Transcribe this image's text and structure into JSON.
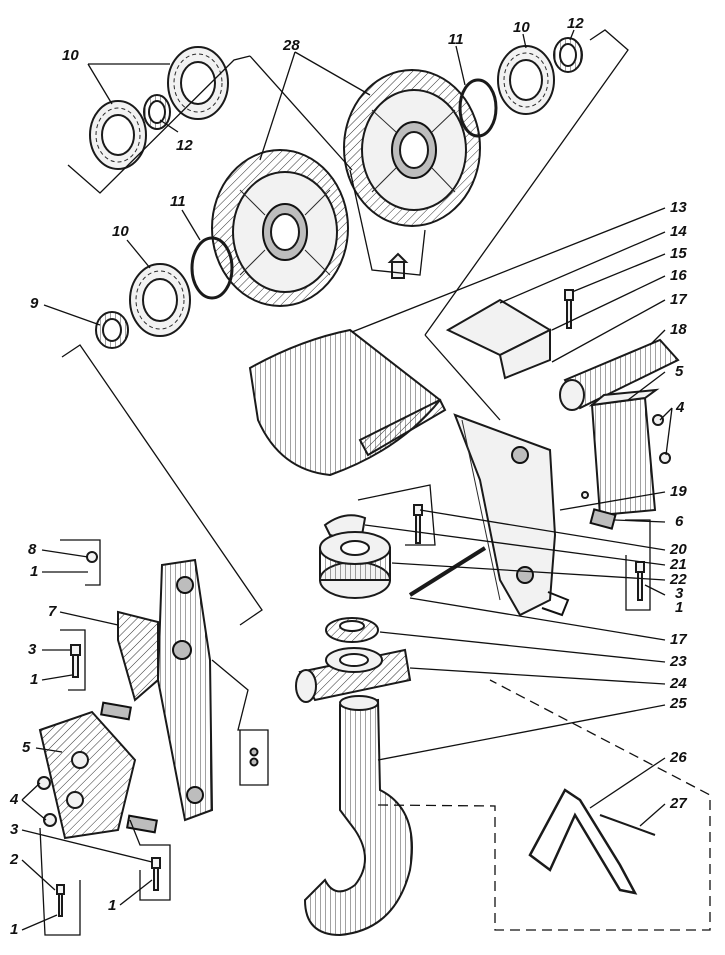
{
  "callouts": [
    {
      "id": "c10a",
      "text": "10"
    },
    {
      "id": "c12a",
      "text": "12"
    },
    {
      "id": "c28",
      "text": "28"
    },
    {
      "id": "c11a",
      "text": "11"
    },
    {
      "id": "c10b",
      "text": "10"
    },
    {
      "id": "c12b",
      "text": "12"
    },
    {
      "id": "c10c",
      "text": "10"
    },
    {
      "id": "c11b",
      "text": "11"
    },
    {
      "id": "c9",
      "text": "9"
    },
    {
      "id": "c13",
      "text": "13"
    },
    {
      "id": "c14",
      "text": "14"
    },
    {
      "id": "c15",
      "text": "15"
    },
    {
      "id": "c16",
      "text": "16"
    },
    {
      "id": "c17a",
      "text": "17"
    },
    {
      "id": "c18",
      "text": "18"
    },
    {
      "id": "c5a",
      "text": "5"
    },
    {
      "id": "c4a",
      "text": "4"
    },
    {
      "id": "c19",
      "text": "19"
    },
    {
      "id": "c6",
      "text": "6"
    },
    {
      "id": "c20",
      "text": "20"
    },
    {
      "id": "c21",
      "text": "21"
    },
    {
      "id": "c22",
      "text": "22"
    },
    {
      "id": "c3a",
      "text": "3"
    },
    {
      "id": "c1a",
      "text": "1"
    },
    {
      "id": "c17b",
      "text": "17"
    },
    {
      "id": "c23",
      "text": "23"
    },
    {
      "id": "c24",
      "text": "24"
    },
    {
      "id": "c25",
      "text": "25"
    },
    {
      "id": "c26",
      "text": "26"
    },
    {
      "id": "c27",
      "text": "27"
    },
    {
      "id": "c8",
      "text": "8"
    },
    {
      "id": "c1b",
      "text": "1"
    },
    {
      "id": "c7",
      "text": "7"
    },
    {
      "id": "c3b",
      "text": "3"
    },
    {
      "id": "c1c",
      "text": "1"
    },
    {
      "id": "c5b",
      "text": "5"
    },
    {
      "id": "c4b",
      "text": "4"
    },
    {
      "id": "c3c",
      "text": "3"
    },
    {
      "id": "c2",
      "text": "2"
    },
    {
      "id": "c1d",
      "text": "1"
    },
    {
      "id": "c1e",
      "text": "1"
    }
  ]
}
